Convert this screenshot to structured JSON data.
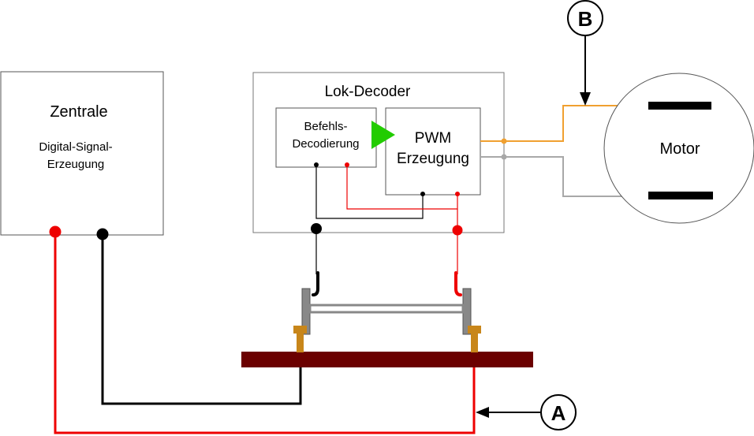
{
  "zentrale": {
    "title": "Zentrale",
    "subtitle_line1": "Digital-Signal-",
    "subtitle_line2": "Erzeugung"
  },
  "decoder": {
    "title": "Lok-Decoder",
    "befehls_line1": "Befehls-",
    "befehls_line2": "Decodierung",
    "pwm_line1": "PWM",
    "pwm_line2": "Erzeugung"
  },
  "motor": {
    "label": "Motor"
  },
  "markers": {
    "a": "A",
    "b": "B"
  },
  "colors": {
    "red_wire": "#ee0000",
    "black_wire": "#000000",
    "orange_wire": "#f0a030",
    "gray_wire": "#a8a8a8",
    "rail": "#6b0000",
    "wheel_contact": "#c8861a",
    "arrow_green": "#22cc00"
  }
}
